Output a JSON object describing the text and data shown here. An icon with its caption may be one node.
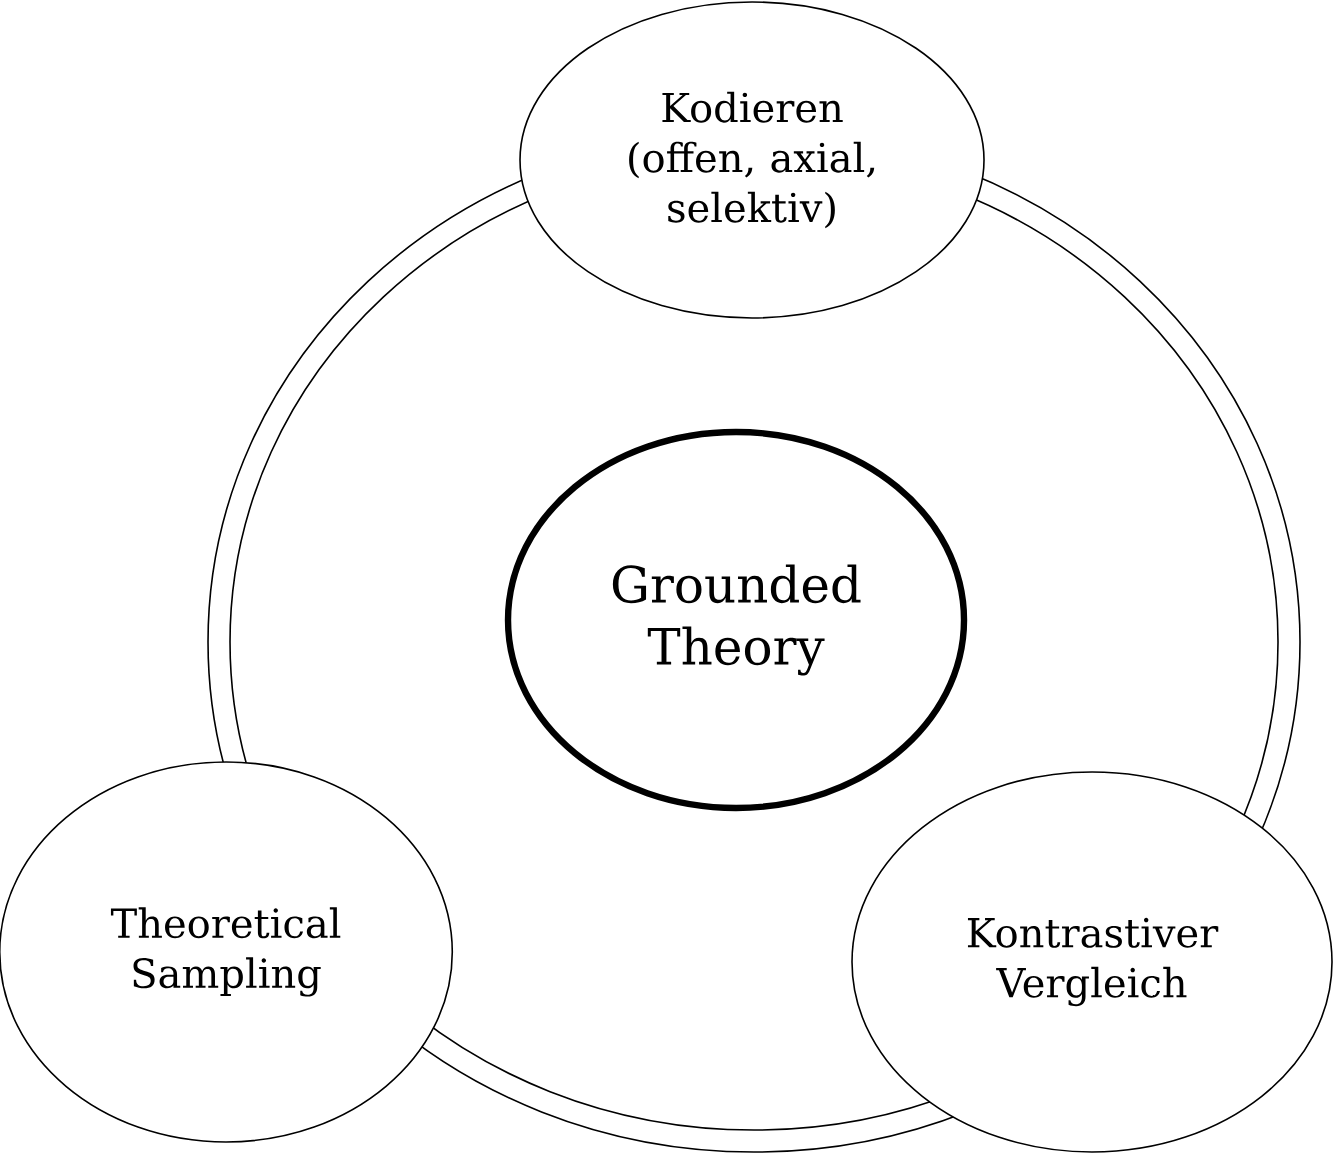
{
  "diagram": {
    "nodes": [
      {
        "text": [
          "Kodieren (offen, axial, selektiv)"
        ]
      },
      {
        "text": [
          "Grounded Theory"
        ]
      },
      {
        "text": [
          "Theoretical Sampling"
        ]
      },
      {
        "text": [
          "Kontrastiver Vergleich"
        ]
      }
    ]
  }
}
